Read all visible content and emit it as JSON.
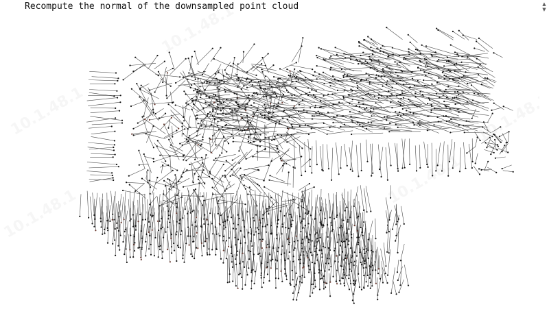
{
  "output": {
    "title": "Recompute the normal of the downsampled point cloud"
  },
  "watermark": {
    "text": "10.1.48.1"
  },
  "scrollbar": {
    "up_icon": "triangle-up",
    "down_icon": "triangle-down"
  },
  "colors": {
    "lines": "#2a2a2a",
    "points": "#111111",
    "accent_points": "#6b3b32"
  }
}
